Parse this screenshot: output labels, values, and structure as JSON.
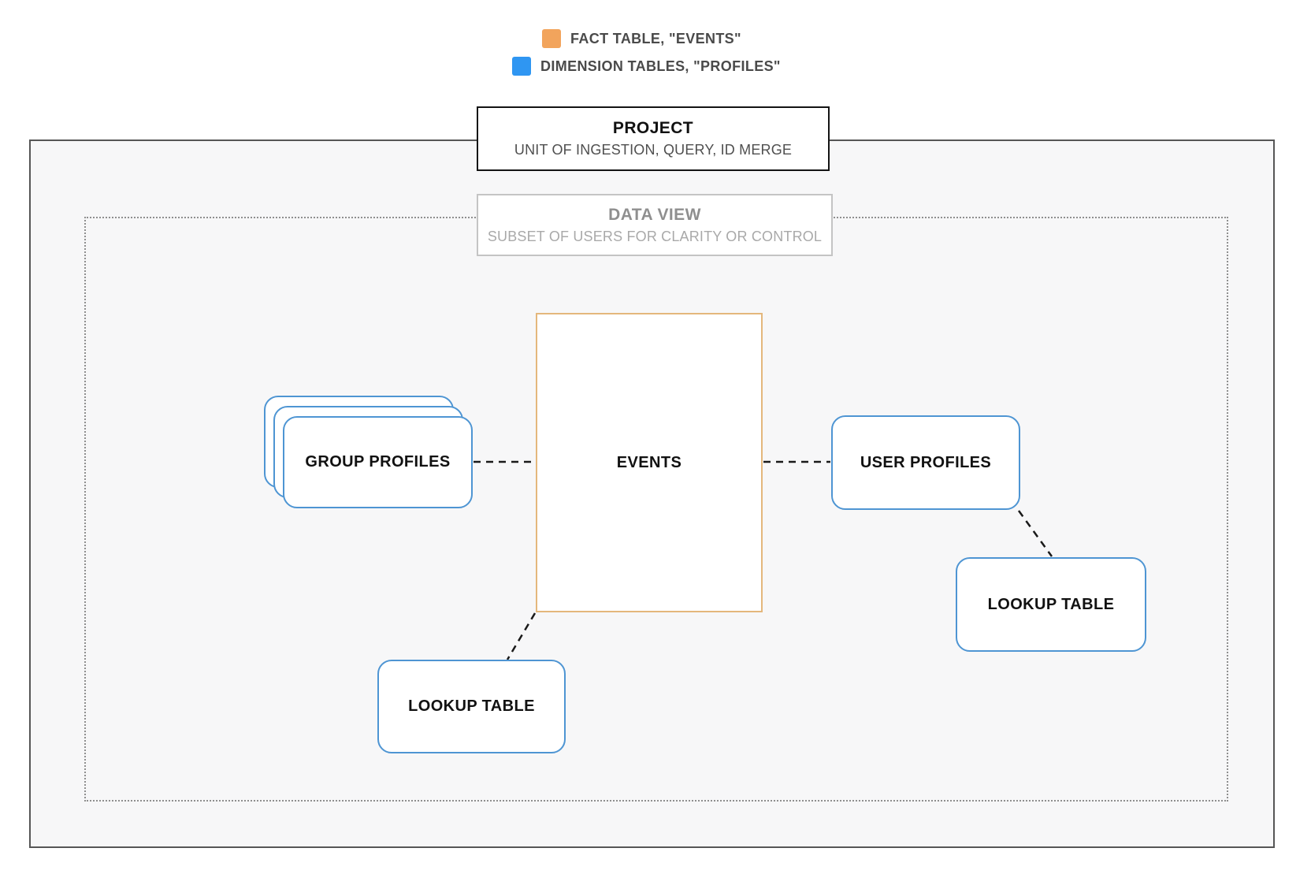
{
  "legend": {
    "items": [
      {
        "label": "FACT TABLE, \"EVENTS\"",
        "color": "#F2A45C"
      },
      {
        "label": "DIMENSION TABLES, \"PROFILES\"",
        "color": "#2F96F2"
      }
    ]
  },
  "containers": {
    "project": {
      "title": "PROJECT",
      "subtitle": "UNIT OF INGESTION, QUERY, ID MERGE"
    },
    "data_view": {
      "title": "DATA VIEW",
      "subtitle": "SUBSET OF USERS FOR CLARITY OR CONTROL"
    }
  },
  "nodes": {
    "events": {
      "label": "EVENTS",
      "border_color": "#E4B77C"
    },
    "group_profiles": {
      "label": "GROUP PROFILES",
      "border_color": "#4E95D3"
    },
    "user_profiles": {
      "label": "USER PROFILES",
      "border_color": "#4E95D3"
    },
    "lookup_table_left": {
      "label": "LOOKUP TABLE",
      "border_color": "#4E95D3"
    },
    "lookup_table_right": {
      "label": "LOOKUP TABLE",
      "border_color": "#4E95D3"
    }
  }
}
